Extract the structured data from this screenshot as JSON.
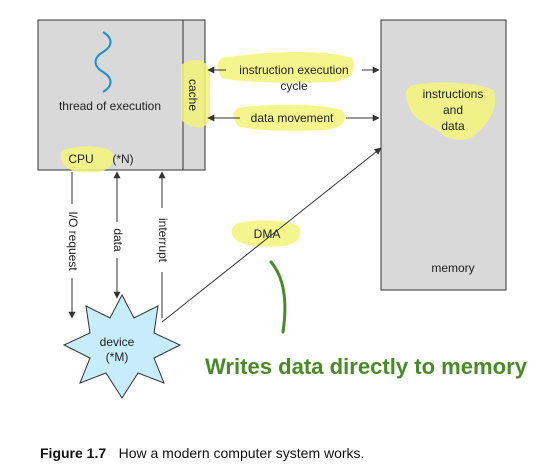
{
  "cpu_box": {
    "thread_label": "thread of execution",
    "cpu_label": "CPU",
    "cpu_count": "(*N)",
    "cache_label": "cache"
  },
  "memory_box": {
    "label": "memory",
    "contents": [
      "instructions",
      "and",
      "data"
    ]
  },
  "connections": {
    "instruction_cycle_line1": "instruction execution",
    "instruction_cycle_line2": "cycle",
    "data_movement": "data movement",
    "io_request": "I/O request",
    "data": "data",
    "interrupt": "interrupt",
    "dma": "DMA"
  },
  "device": {
    "label": "device",
    "count": "(*M)"
  },
  "annotation": {
    "text": "Writes data directly to memory",
    "highlight_color": "#f4f47a",
    "note_color": "#4a8a28"
  },
  "caption": {
    "number": "Figure 1.7",
    "text": "How a modern computer system works."
  },
  "colors": {
    "box_fill": "#d9d9d9",
    "line": "#333333"
  }
}
